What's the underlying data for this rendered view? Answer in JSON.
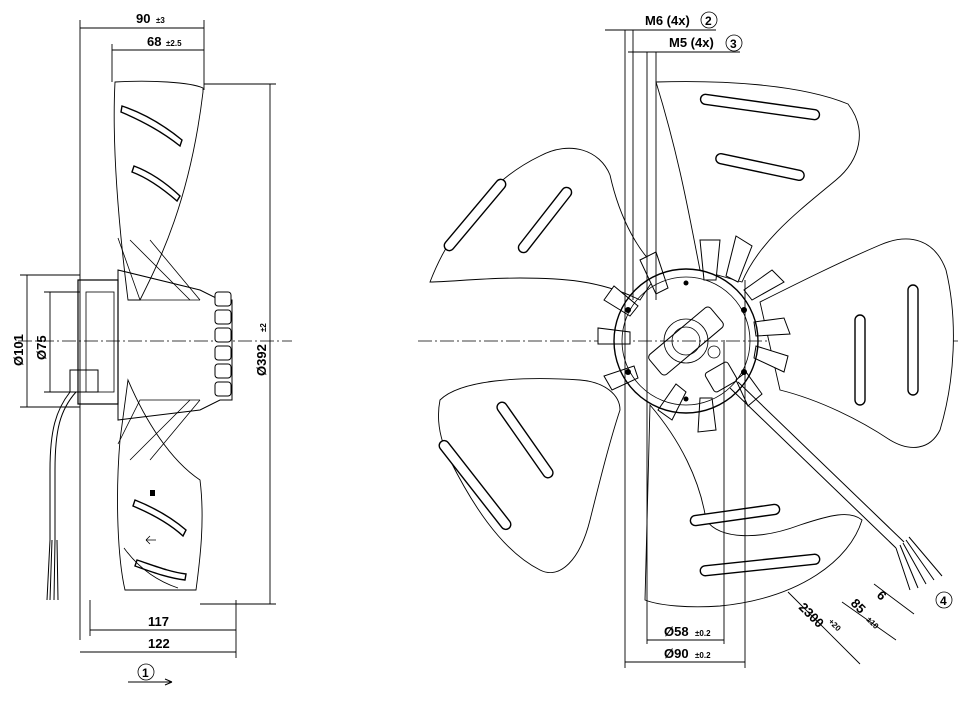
{
  "side_view": {
    "dim_90": "90",
    "dim_90_tol": "±3",
    "dim_68": "68",
    "dim_68_tol": "±2.5",
    "dim_d101": "Ø101",
    "dim_d75": "Ø75",
    "dim_d392": "Ø392",
    "dim_d392_tol": "±2",
    "dim_117": "117",
    "dim_122": "122",
    "airflow_marker": "1"
  },
  "front_view": {
    "thread_m6": "M6 (4x)",
    "thread_m6_marker": "2",
    "thread_m5": "M5 (4x)",
    "thread_m5_marker": "3",
    "dim_d58": "Ø58",
    "dim_d58_tol": "±0.2",
    "dim_d90": "Ø90",
    "dim_d90_tol": "±0.2",
    "cable_2300": "2300",
    "cable_2300_tol": "+20",
    "cable_85": "85",
    "cable_85_tol": "±10",
    "cable_6": "6",
    "cable_marker": "4"
  }
}
